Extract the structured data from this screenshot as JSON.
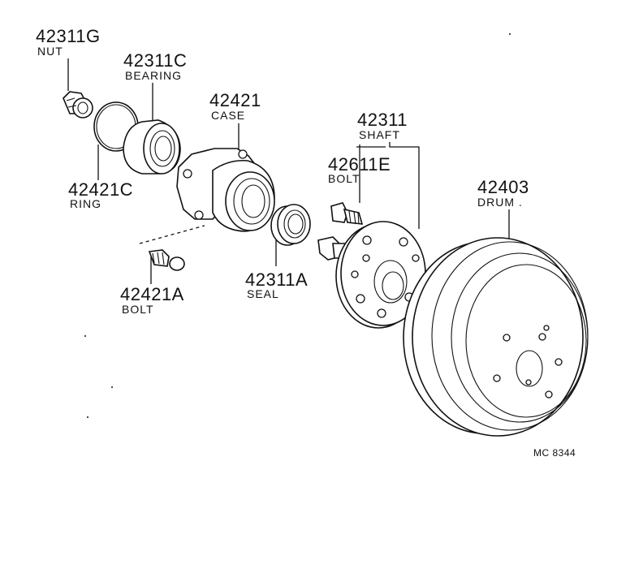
{
  "parts": [
    {
      "id": "nut",
      "number": "42311G",
      "name": "NUT"
    },
    {
      "id": "bearing",
      "number": "42311C",
      "name": "BEARING"
    },
    {
      "id": "case",
      "number": "42421",
      "name": "CASE"
    },
    {
      "id": "ring",
      "number": "42421C",
      "name": "RING"
    },
    {
      "id": "shaft",
      "number": "42311",
      "name": "SHAFT"
    },
    {
      "id": "hub-bolt",
      "number": "42611E",
      "name": "BOLT"
    },
    {
      "id": "drum",
      "number": "42403",
      "name": "DRUM ."
    },
    {
      "id": "case-bolt",
      "number": "42421A",
      "name": "BOLT"
    },
    {
      "id": "seal",
      "number": "42311A",
      "name": "SEAL"
    }
  ],
  "diagram_code": "MC 8344"
}
